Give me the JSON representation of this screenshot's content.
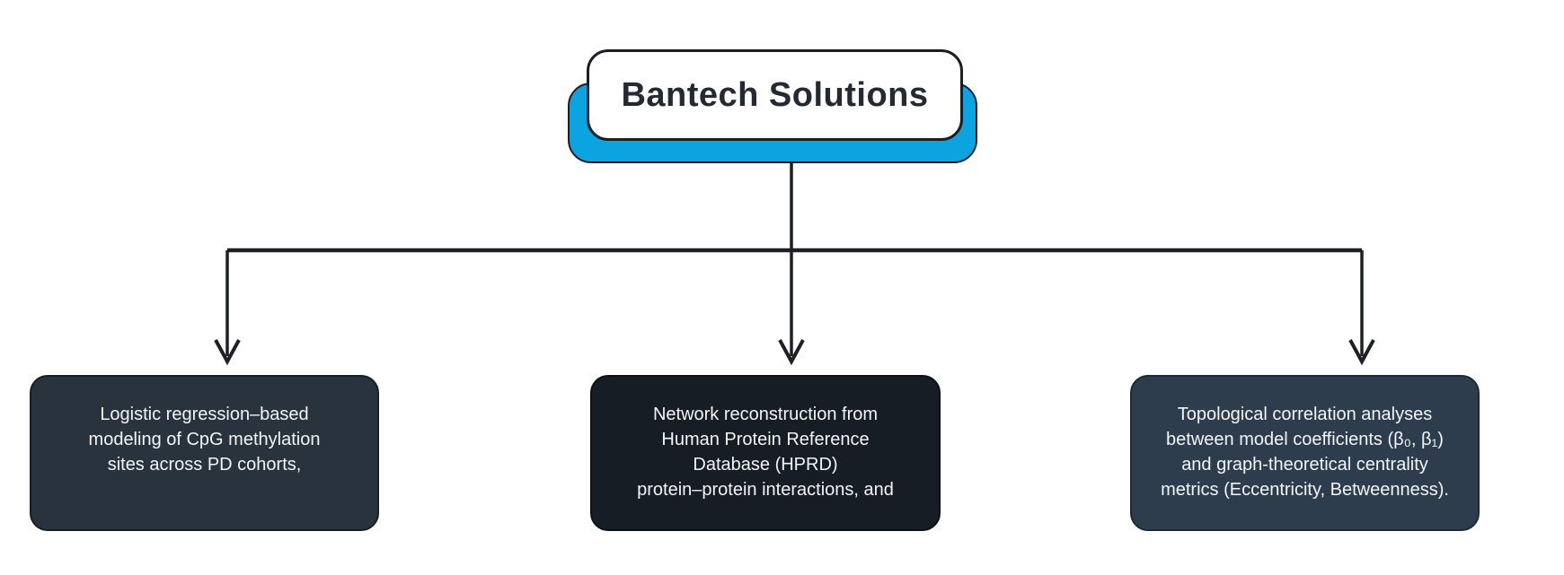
{
  "diagram": {
    "title": "Bantech Solutions",
    "nodes": [
      {
        "id": "logistic-regression",
        "lines": [
          "Logistic regression–based",
          "modeling of CpG methylation",
          "sites across PD cohorts,"
        ],
        "bg_color": "#28333d"
      },
      {
        "id": "network-reconstruction",
        "lines": [
          "Network reconstruction from",
          "Human Protein Reference",
          "Database (HPRD)",
          "protein–protein interactions, and"
        ],
        "bg_color": "#171d24"
      },
      {
        "id": "topological-correlation",
        "lines": [
          "Topological correlation analyses",
          "between model coefficients (β₀, β₁)",
          "and graph-theoretical centrality",
          "metrics (Eccentricity, Betweenness)."
        ],
        "bg_color": "#2e3d4d"
      }
    ],
    "colors": {
      "accent_blue": "#0ba4e0",
      "connector": "#1d2126",
      "node_text": "#f3f4f6",
      "title_text": "#242a33",
      "background": "#ffffff"
    }
  }
}
